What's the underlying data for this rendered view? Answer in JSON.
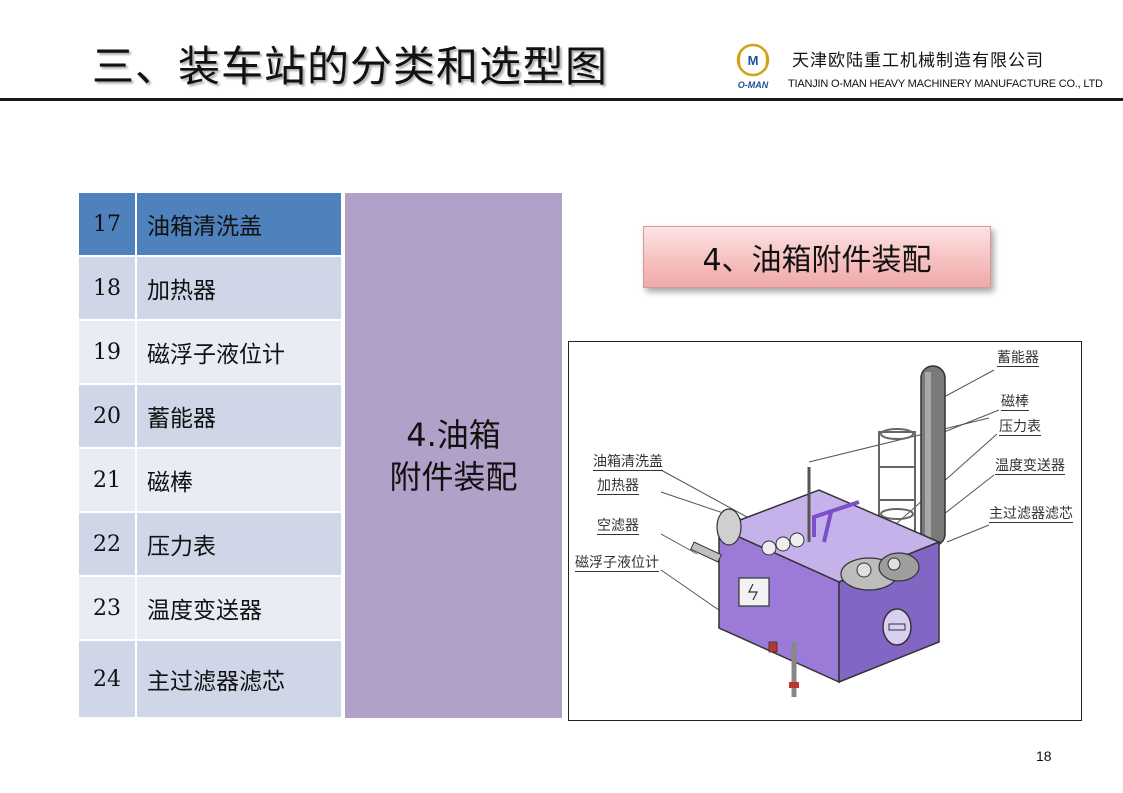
{
  "header": {
    "title": "三、装车站的分类和选型图",
    "company_cn": "天津欧陆重工机械制造有限公司",
    "company_en": "TIANJIN O-MAN HEAVY MACHINERY MANUFACTURE CO., LTD",
    "logo_text": "O-MAN",
    "logo_mark": "M"
  },
  "parts": [
    {
      "num": "17",
      "name": "油箱清洗盖"
    },
    {
      "num": "18",
      "name": "加热器"
    },
    {
      "num": "19",
      "name": "磁浮子液位计"
    },
    {
      "num": "20",
      "name": "蓄能器"
    },
    {
      "num": "21",
      "name": "磁棒"
    },
    {
      "num": "22",
      "name": "压力表"
    },
    {
      "num": "23",
      "name": "温度变送器"
    },
    {
      "num": "24",
      "name": "主过滤器滤芯"
    }
  ],
  "category_label": "4.油箱\n附件装配",
  "section_tag": "4、油箱附件装配",
  "diagram": {
    "callouts_left": [
      "油箱清洗盖",
      "加热器",
      "空滤器",
      "磁浮子液位计"
    ],
    "callouts_right": [
      "蓄能器",
      "磁棒",
      "压力表",
      "温度变送器",
      "主过滤器滤芯"
    ]
  },
  "page_number": "18",
  "colors": {
    "table_head": "#4f81bd",
    "table_even": "#cfd6e7",
    "table_odd": "#e8ecf4",
    "category_block": "#b1a0c7",
    "tank_body": "#9b7ad8",
    "section_tag": "#f6c1c0",
    "logo_gold": "#d4a017",
    "logo_blue": "#1f4e9e"
  }
}
